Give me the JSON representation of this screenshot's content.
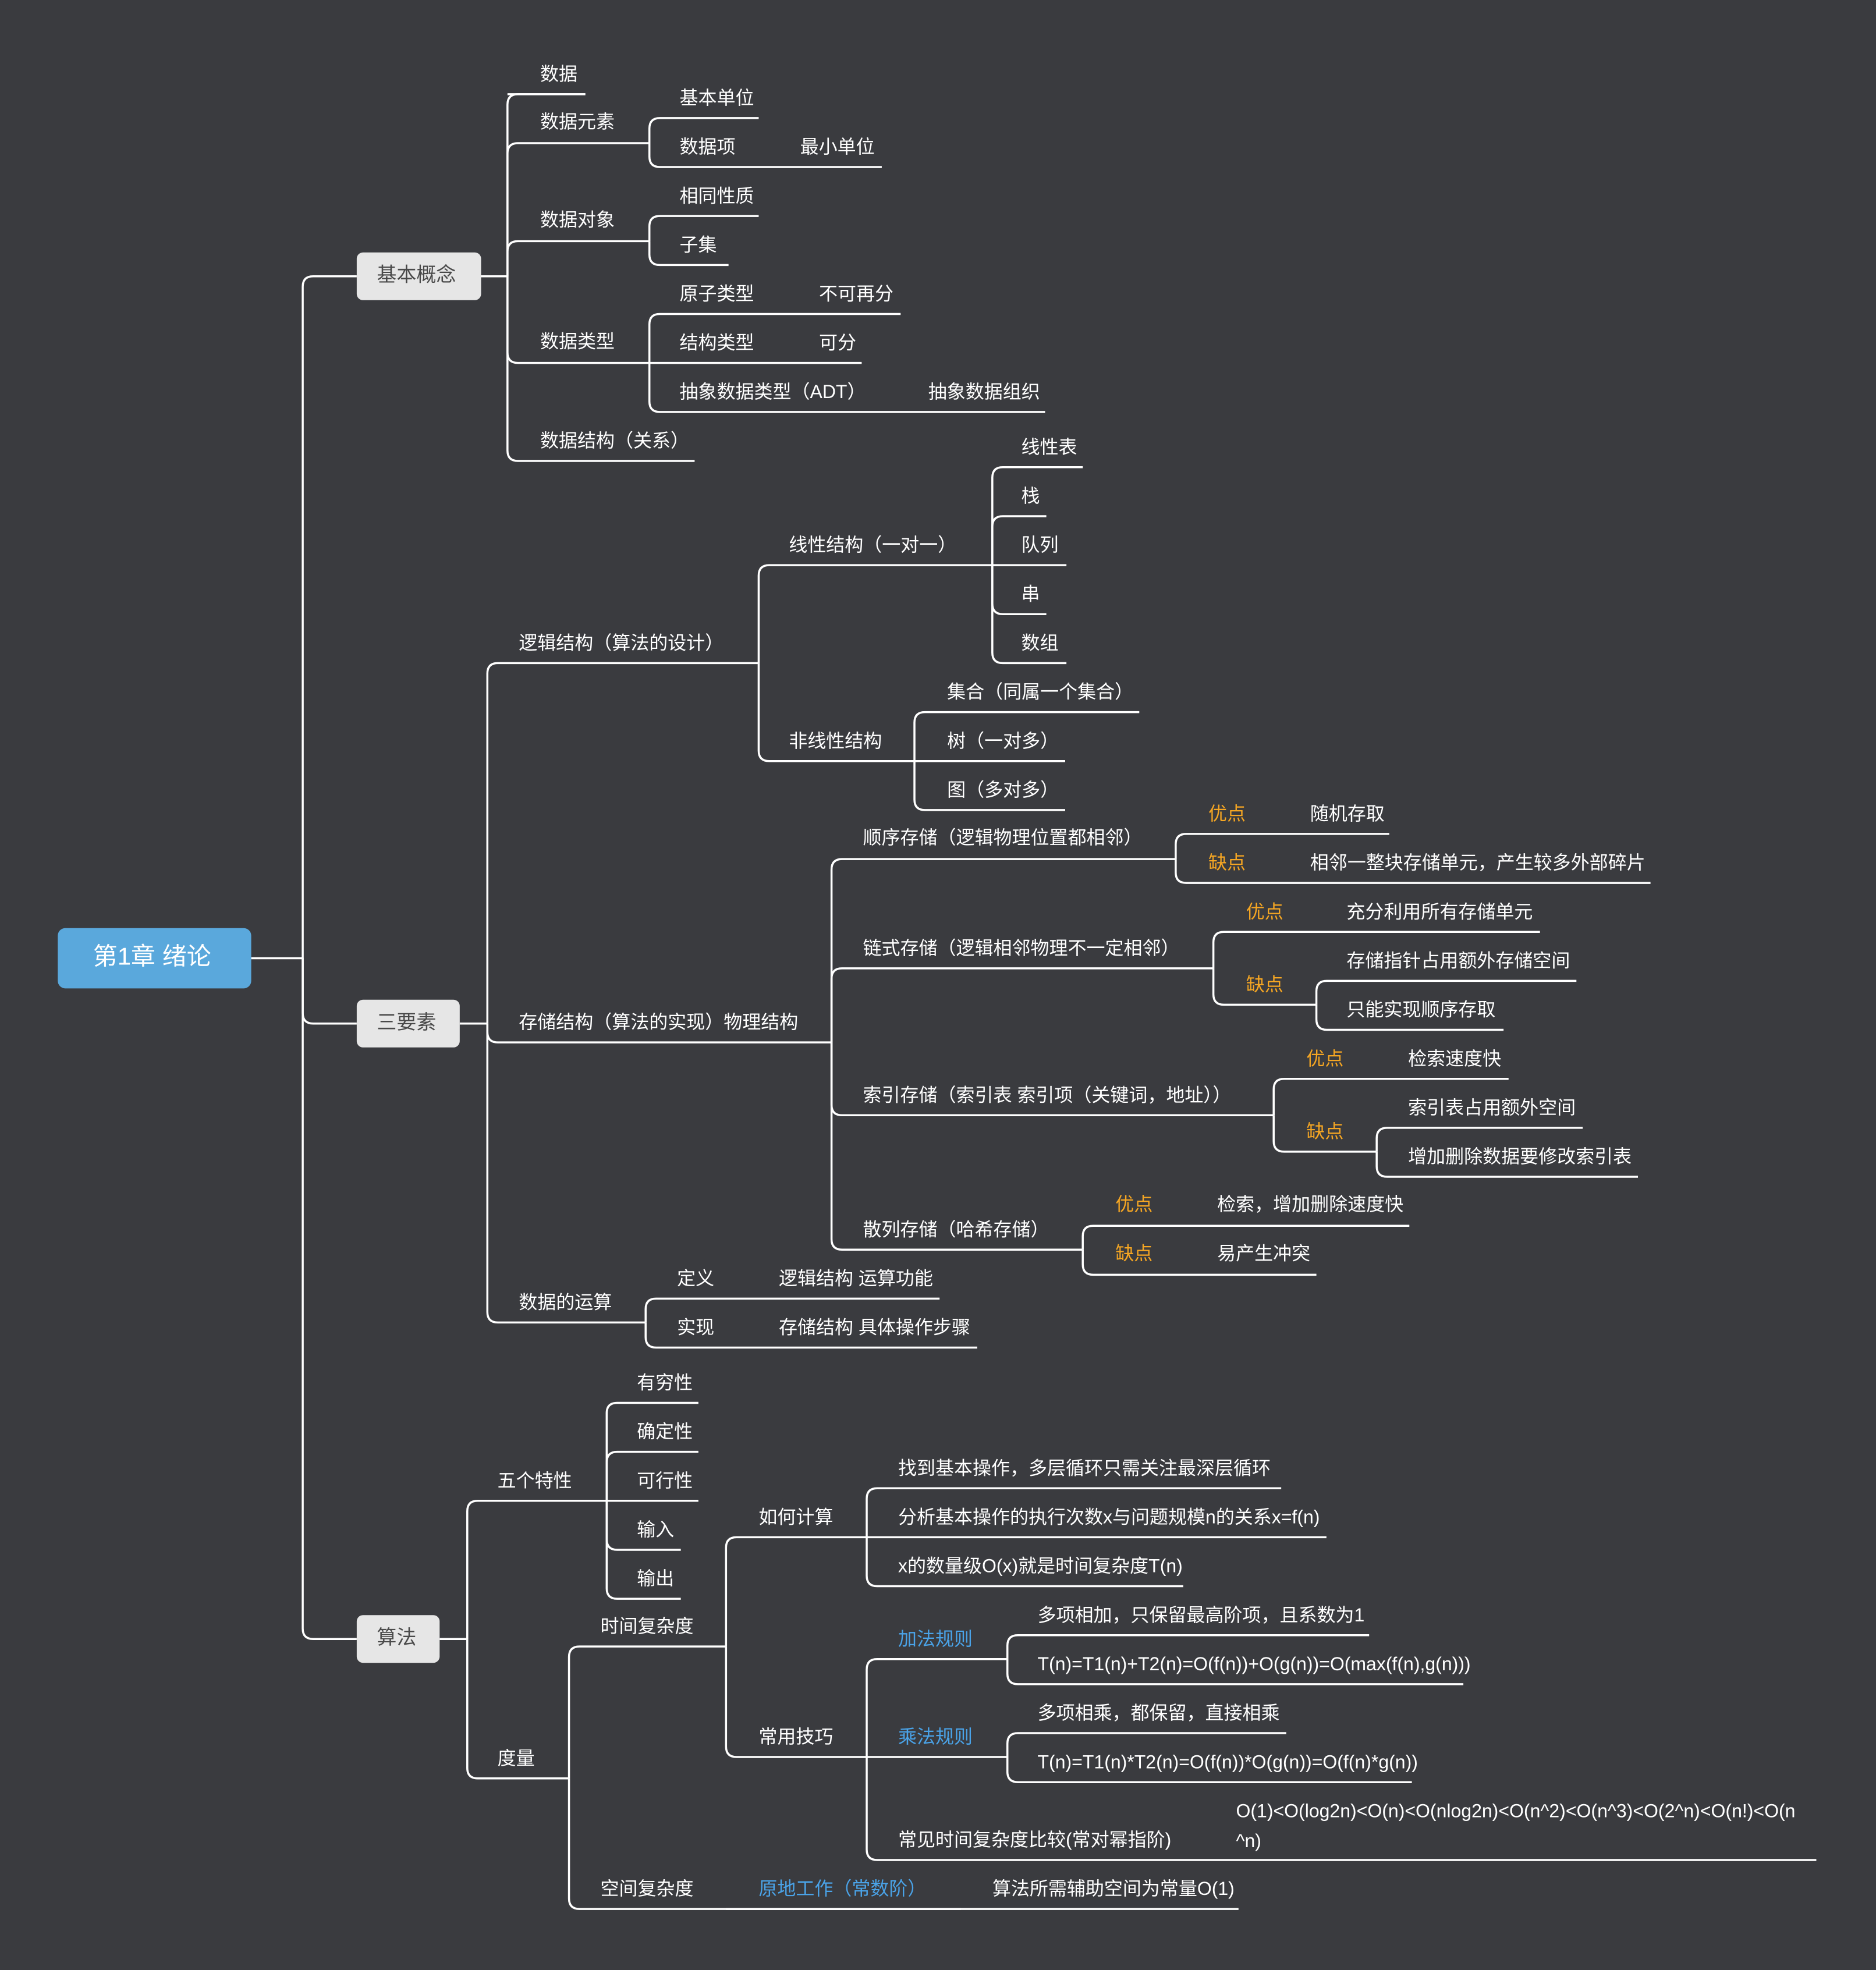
{
  "nodes": {
    "root": "第1章 绪论",
    "basic": "基本概念",
    "shuju": "数据",
    "yuansu": "数据元素",
    "jiben_danwei": "基本单位",
    "shujuxiang": "数据项",
    "zuixiao_danwei": "最小单位",
    "duixiang": "数据对象",
    "xiangtong": "相同性质",
    "ziji": "子集",
    "leixing": "数据类型",
    "yuanzi": "原子类型",
    "bukefen": "不可再分",
    "jiegou_lx": "结构类型",
    "kefen": "可分",
    "adt": "抽象数据类型（ADT）",
    "adt_zuzhi": "抽象数据组织",
    "jiegou_gx": "数据结构（关系）",
    "sanyaosu": "三要素",
    "luoji": "逻辑结构（算法的设计）",
    "xianxing": "线性结构（一对一）",
    "xianxingbiao": "线性表",
    "zhan": "栈",
    "duilie": "队列",
    "chuan": "串",
    "shuzu": "数组",
    "feixianxing": "非线性结构",
    "jihe": "集合（同属一个集合）",
    "shu": "树（一对多）",
    "tu": "图（多对多）",
    "cunchu": "存储结构（算法的实现）物理结构",
    "shunxu": "顺序存储（逻辑物理位置都相邻）",
    "sx_you": "优点",
    "sx_you_t": "随机存取",
    "sx_que": "缺点",
    "sx_que_t": "相邻一整块存储单元，产生较多外部碎片",
    "lianshi": "链式存储（逻辑相邻物理不一定相邻）",
    "ls_you": "优点",
    "ls_you_t": "充分利用所有存储单元",
    "ls_que": "缺点",
    "ls_que_t1": "存储指针占用额外存储空间",
    "ls_que_t2": "只能实现顺序存取",
    "suoyin": "索引存储（索引表 索引项（关键词，地址））",
    "sy_you": "优点",
    "sy_you_t": "检索速度快",
    "sy_que": "缺点",
    "sy_que_t1": "索引表占用额外空间",
    "sy_que_t2": "增加删除数据要修改索引表",
    "sanlie": "散列存储（哈希存储）",
    "sl_you": "优点",
    "sl_you_t": "检索，增加删除速度快",
    "sl_que": "缺点",
    "sl_que_t": "易产生冲突",
    "yunsuan": "数据的运算",
    "dingyi": "定义",
    "dingyi_t": "逻辑结构 运算功能",
    "shixian": "实现",
    "shixian_t": "存储结构 具体操作步骤",
    "suanfa": "算法",
    "wuge": "五个特性",
    "youqiong": "有穷性",
    "queding": "确定性",
    "kexing": "可行性",
    "shuru": "输入",
    "shuchu": "输出",
    "duliang": "度量",
    "shijian": "时间复杂度",
    "ruhe": "如何计算",
    "ruhe1": "找到基本操作，多层循环只需关注最深层循环",
    "ruhe2": "分析基本操作的执行次数x与问题规模n的关系x=f(n)",
    "ruhe3": "x的数量级O(x)就是时间复杂度T(n)",
    "jiqiao": "常用技巧",
    "jiafa": "加法规则",
    "jiafa1": "多项相加，只保留最高阶项，且系数为1",
    "jiafa2": "T(n)=T1(n)+T2(n)=O(f(n))+O(g(n))=O(max(f(n),g(n)))",
    "chengfa": "乘法规则",
    "chengfa1": "多项相乘，都保留，直接相乘",
    "chengfa2": "T(n)=T1(n)*T2(n)=O(f(n))*O(g(n))=O(f(n)*g(n))",
    "bijiao": "常见时间复杂度比较(常对幂指阶)",
    "bijiao_t1": "O(1)<O(log2n)<O(n)<O(nlog2n)<O(n^2)<O(n^3)<O(2^n)<O(n!)<O(n",
    "bijiao_t2": "^n)",
    "kongjian": "空间复杂度",
    "yuandi": "原地工作（常数阶）",
    "yuandi_t": "算法所需辅助空间为常量O(1)"
  },
  "colors": {
    "background": "#3a3b3f",
    "root_fill": "#5aa8dc",
    "branch_fill": "#e6e6e6",
    "line": "#ffffff",
    "text": "#ffffff",
    "accent_orange": "#f5a623",
    "accent_blue": "#4aa3e8"
  }
}
